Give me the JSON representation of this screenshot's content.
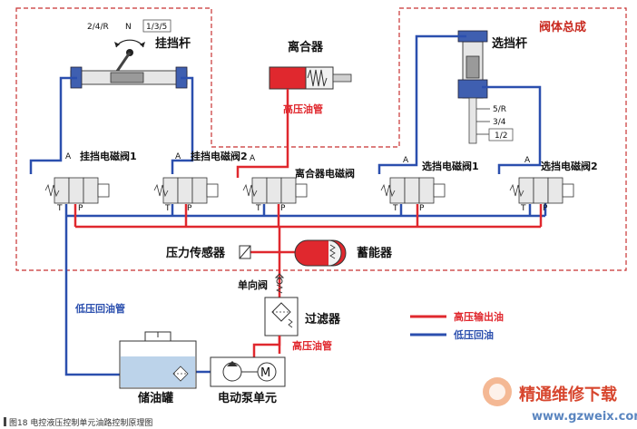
{
  "colors": {
    "high_pressure": "#e0282e",
    "low_pressure": "#2b4fae",
    "boundary": "#c83232",
    "oil": "#bcd3ea",
    "watermark": "#d7462e"
  },
  "labels": {
    "valve_body_assembly": "阀体总成",
    "shift_lever": "挂挡杆",
    "clutch": "离合器",
    "select_lever": "选挡杆",
    "high_pressure_line_top": "高压油管",
    "shift_solenoid_1": "挂挡电磁阀1",
    "shift_solenoid_2": "挂挡电磁阀2",
    "clutch_solenoid": "离合器电磁阀",
    "select_solenoid_1": "选挡电磁阀1",
    "select_solenoid_2": "选挡电磁阀2",
    "pressure_sensor": "压力传感器",
    "accumulator": "蓄能器",
    "check_valve": "单向阀",
    "filter": "过滤器",
    "low_pressure_return_line": "低压回油管",
    "high_pressure_line_bottom": "高压油管",
    "oil_tank": "储油罐",
    "electric_pump_unit": "电动泵单元",
    "caption": "图18  电控液压控制单元油路控制原理图"
  },
  "shift_positions": {
    "left": "2/4/R",
    "neutral": "N",
    "right": "1/3/5"
  },
  "select_positions": {
    "top": "5/R",
    "mid": "3/4",
    "bottom": "1/2"
  },
  "port_labels": {
    "a": "A",
    "t": "T",
    "p": "P"
  },
  "legend": [
    {
      "label": "高压输出油",
      "color_key": "high_pressure"
    },
    {
      "label": "低压回油",
      "color_key": "low_pressure"
    }
  ],
  "watermark": {
    "title": "精通维修下载",
    "url": "www.gzweix.com"
  }
}
